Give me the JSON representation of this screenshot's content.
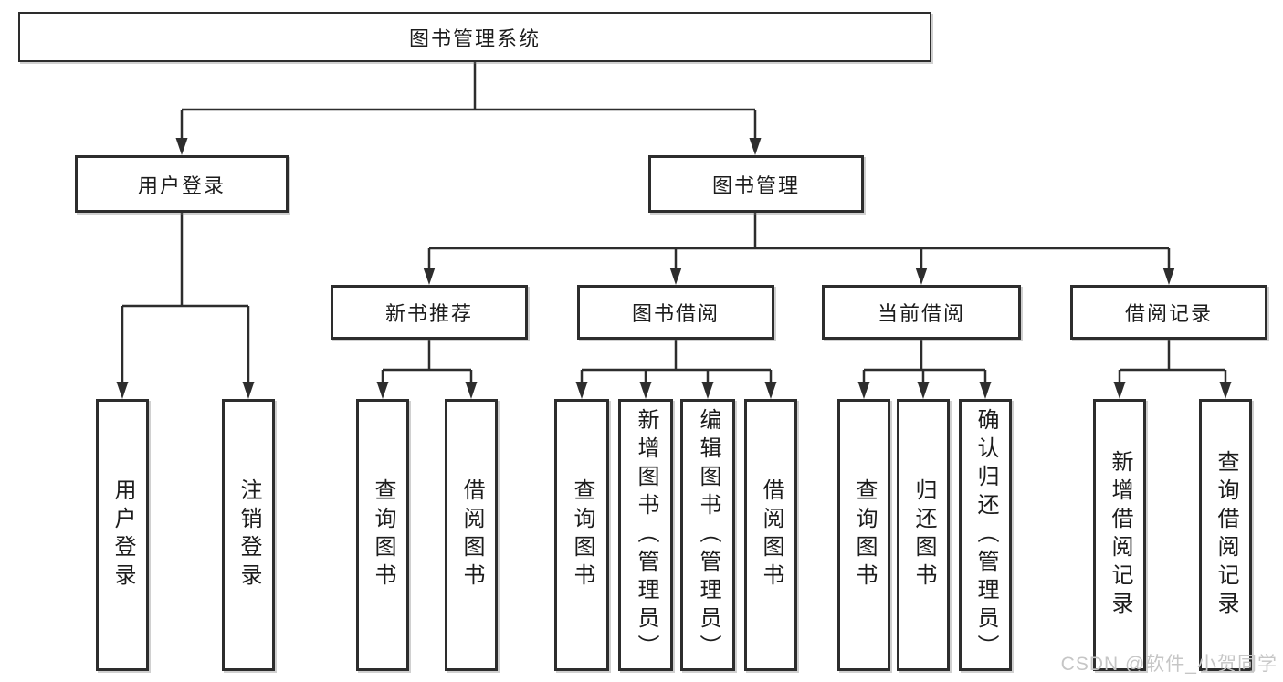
{
  "diagram": {
    "root": {
      "label": "图书管理系统"
    },
    "user_login": {
      "label": "用户登录",
      "children": [
        "用户登录",
        "注销登录"
      ]
    },
    "book_mgmt": {
      "label": "图书管理",
      "sections": [
        {
          "label": "新书推荐",
          "children": [
            "查询图书",
            "借阅图书"
          ]
        },
        {
          "label": "图书借阅",
          "children": [
            "查询图书",
            "新增图书（管理员）",
            "编辑图书（管理员）",
            "借阅图书"
          ]
        },
        {
          "label": "当前借阅",
          "children": [
            "查询图书",
            "归还图书",
            "确认归还（管理员）"
          ]
        },
        {
          "label": "借阅记录",
          "children": [
            "新增借阅记录",
            "查询借阅记录"
          ]
        }
      ]
    },
    "watermark": "CSDN @软件_小贺同学"
  }
}
